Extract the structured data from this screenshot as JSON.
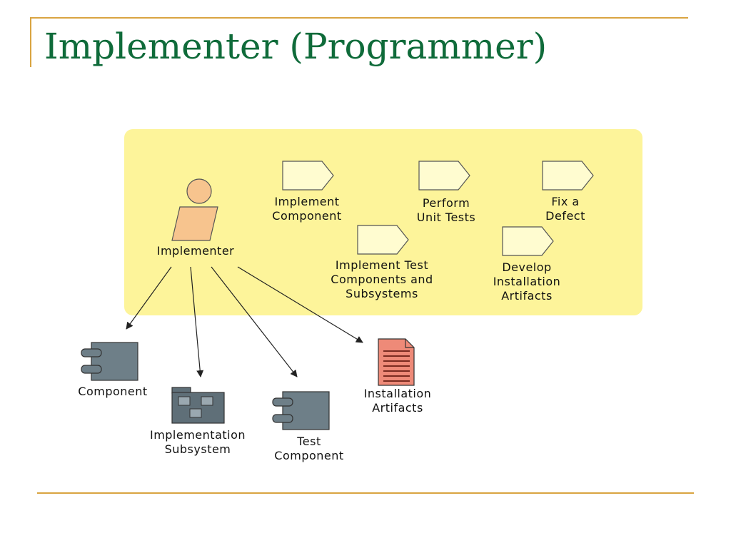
{
  "slide": {
    "title": "Implementer (Programmer)"
  },
  "actor": {
    "label": "Implementer"
  },
  "activities": [
    {
      "line1": "Implement",
      "line2": "Component",
      "line3": ""
    },
    {
      "line1": "Perform",
      "line2": "Unit Tests",
      "line3": ""
    },
    {
      "line1": "Fix a",
      "line2": "Defect",
      "line3": ""
    },
    {
      "line1": "Implement Test",
      "line2": "Components and",
      "line3": "Subsystems"
    },
    {
      "line1": "Develop",
      "line2": "Installation",
      "line3": "Artifacts"
    }
  ],
  "artifacts": [
    {
      "line1": "Component",
      "line2": ""
    },
    {
      "line1": "Implementation",
      "line2": "Subsystem"
    },
    {
      "line1": "Test",
      "line2": "Component"
    },
    {
      "line1": "Installation",
      "line2": "Artifacts"
    }
  ],
  "colors": {
    "title": "#0f6b3a",
    "rule": "#d9a441",
    "panel": "#fdf49a",
    "actor_fill": "#f7c48e",
    "activity_fill": "#fffcd0",
    "artifact_fill": "#6e7f88",
    "document_fill": "#ee8a78"
  }
}
